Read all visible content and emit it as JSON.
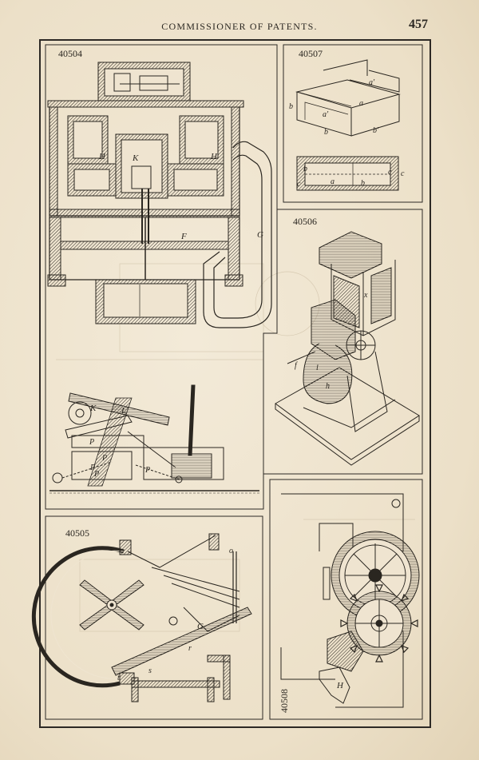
{
  "header": {
    "title": "COMMISSIONER OF PATENTS.",
    "page_number": "457"
  },
  "figures": {
    "f40504": {
      "number": "40504"
    },
    "f40507": {
      "number": "40507"
    },
    "f40506": {
      "number": "40506"
    },
    "f40505": {
      "number": "40505"
    },
    "f40508": {
      "number": "40508"
    }
  },
  "letters": {
    "f40504": [
      "H",
      "K",
      "H",
      "F",
      "G",
      "K",
      "L",
      "P",
      "P",
      "P",
      "P",
      "P"
    ],
    "f40507": [
      "a'",
      "a",
      "b",
      "a'",
      "b",
      "b'",
      "c",
      "a",
      "b",
      "b",
      "c",
      "c"
    ],
    "f40506": [
      "x",
      "l",
      "h",
      "f"
    ],
    "f40505": [
      "o",
      "G",
      "r",
      "t",
      "s"
    ],
    "f40508": [
      "H"
    ]
  },
  "colors": {
    "paper": "#efe4d0",
    "ink": "#2a2620",
    "faint_ink": "#b9ab93"
  }
}
